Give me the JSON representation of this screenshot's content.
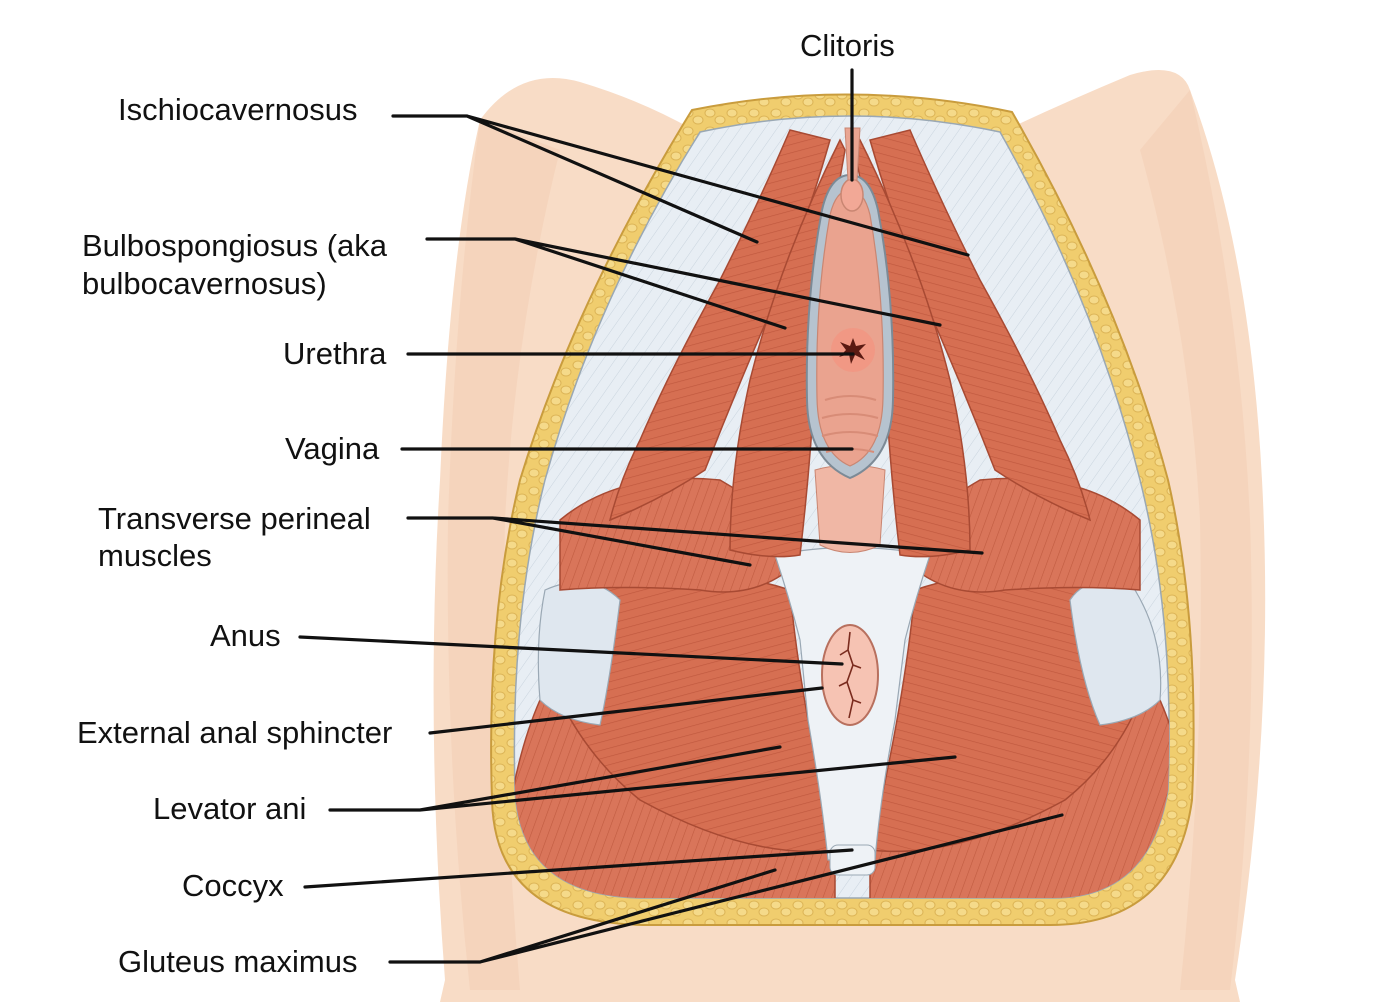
{
  "labels": {
    "clitoris": "Clitoris",
    "ischiocavernosus": "Ischiocavernosus",
    "bulbospongiosus_line1": "Bulbospongiosus (aka",
    "bulbospongiosus_line2": "bulbocavernosus)",
    "urethra": "Urethra",
    "vagina": "Vagina",
    "transverse_line1": "Transverse perineal",
    "transverse_line2": "muscles",
    "anus": "Anus",
    "external_anal_sphincter": "External anal sphincter",
    "levator_ani": "Levator ani",
    "coccyx": "Coccyx",
    "gluteus_maximus": "Gluteus maximus"
  },
  "colors": {
    "skin": "#f8dcc6",
    "fat": "#f0cd6e",
    "fascia": "#e6ecf2",
    "muscle": "#d66f52",
    "muscle_dark": "#b9533a",
    "mucosa": "#f2a896",
    "vestibule": "#eaa38f",
    "leader_line": "#111111"
  }
}
